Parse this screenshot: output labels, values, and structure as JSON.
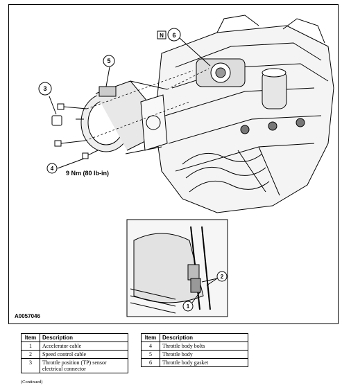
{
  "figure": {
    "id": "A0057046",
    "torque_spec": "9 Nm (80 lb-in)",
    "callouts": [
      "1",
      "2",
      "3",
      "4",
      "5",
      "6"
    ],
    "note_symbol": "N"
  },
  "legend": {
    "headers": {
      "item": "Item",
      "description": "Description"
    },
    "left_rows": [
      {
        "item": "1",
        "description": "Accelerator cable"
      },
      {
        "item": "2",
        "description": "Speed control cable"
      },
      {
        "item": "3",
        "description": "Throttle position (TP) sensor electrical connector"
      }
    ],
    "right_rows": [
      {
        "item": "4",
        "description": "Throttle body bolts"
      },
      {
        "item": "5",
        "description": "Throttle body"
      },
      {
        "item": "6",
        "description": "Throttle body gasket"
      }
    ]
  },
  "continued": "(Continued)"
}
